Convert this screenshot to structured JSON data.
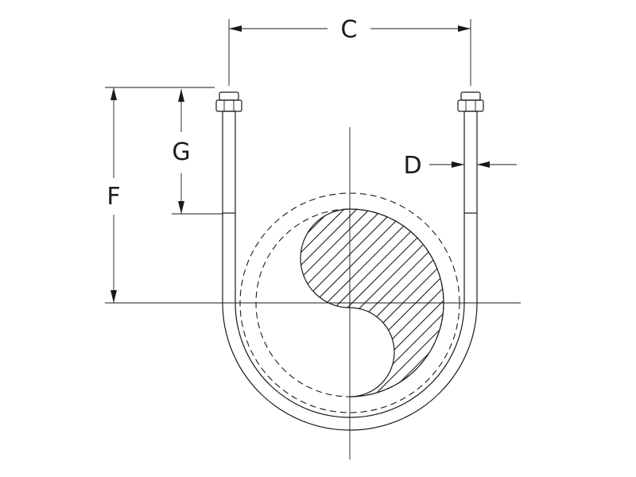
{
  "dimensions": {
    "c": "C",
    "d": "D",
    "f": "F",
    "g": "G"
  },
  "colors": {
    "line": "#1a1a1a",
    "background": "#ffffff"
  }
}
